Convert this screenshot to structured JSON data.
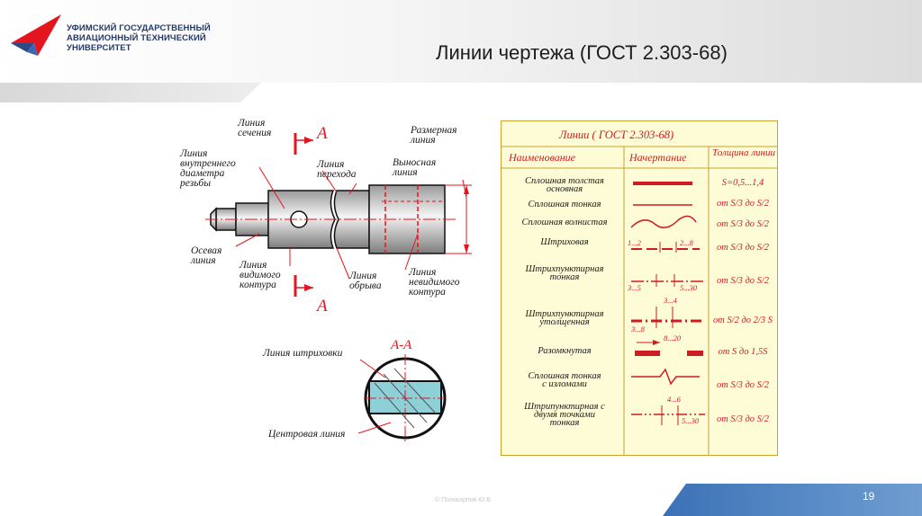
{
  "header": {
    "university": [
      "УФИМСКИЙ ГОСУДАРСТВЕННЫЙ",
      "АВИАЦИОННЫЙ ТЕХНИЧЕСКИЙ",
      "УНИВЕРСИТЕТ"
    ],
    "title": "Линии чертежа (ГОСТ 2.303-68)"
  },
  "drawing": {
    "labels": {
      "section_line": [
        "Линия",
        "сечения"
      ],
      "inner_diameter": [
        "Линия",
        "внутреннего",
        "диаметра",
        "резьбы"
      ],
      "transition": [
        "Линия",
        "перехода"
      ],
      "dimension": [
        "Размерная",
        "линия"
      ],
      "extension": [
        "Выносная",
        "линия"
      ],
      "axis": [
        "Осевая",
        "линия"
      ],
      "visible": [
        "Линия",
        "видимого",
        "контура"
      ],
      "break": [
        "Линия",
        "обрыва"
      ],
      "hidden": [
        "Линия",
        "невидимого",
        "контура"
      ],
      "hatching": "Линия штриховки",
      "center": "Центровая линия"
    },
    "section_letter": "А",
    "section_title": "А-А"
  },
  "table": {
    "title": "Линии ( ГОСТ 2.303-68)",
    "headers": [
      "Наименование",
      "Начертание",
      "Толщина линии"
    ],
    "rows": [
      {
        "name": [
          "Сплошная толстая",
          "основная"
        ],
        "thickness": "S=0,5...1,4",
        "dims": []
      },
      {
        "name": [
          "Сплошная тонкая"
        ],
        "thickness": "от S/3 до S/2",
        "dims": []
      },
      {
        "name": [
          "Сплошная волнистая"
        ],
        "thickness": "от S/3 до S/2",
        "dims": []
      },
      {
        "name": [
          "Штриховая"
        ],
        "thickness": "от S/3 до S/2",
        "dims": [
          "1...2",
          "2...8"
        ]
      },
      {
        "name": [
          "Штрихпунктирная",
          "тонкая"
        ],
        "thickness": "от S/3 до S/2",
        "dims": [
          "3...5",
          "5...30"
        ]
      },
      {
        "name": [
          "Штрихпунктирная",
          "утолщенная"
        ],
        "thickness": "от S/2 до 2/3 S",
        "dims": [
          "3...4",
          "3...8"
        ]
      },
      {
        "name": [
          "Разомкнутая"
        ],
        "thickness": "от S до 1,5S",
        "dims": [
          "8...20"
        ]
      },
      {
        "name": [
          "Сплошная тонкая",
          "с изломами"
        ],
        "thickness": "от S/3 до S/2",
        "dims": []
      },
      {
        "name": [
          "Штрипунктирная с",
          "двумя точками",
          "тонкая"
        ],
        "thickness": "от S/3 до S/2",
        "dims": [
          "4...6",
          "5...30"
        ]
      }
    ]
  },
  "footer": {
    "copyright": "© Поликарпов Ю.В.",
    "page": "19"
  },
  "colors": {
    "accent_red": "#e4151e",
    "footer_blue": "#3b72b6",
    "table_bg": "#fefcd6"
  }
}
